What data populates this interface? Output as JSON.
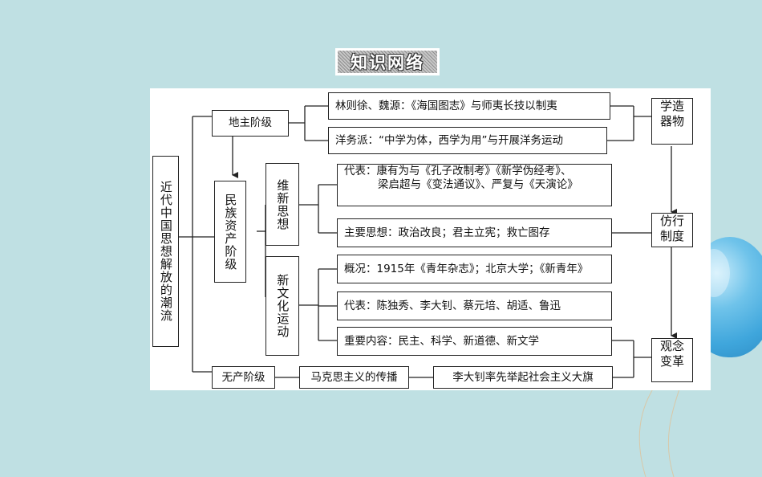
{
  "title": "知识网络",
  "root": "近代中国思想解放的潮流",
  "classes": {
    "landlord": "地主阶级",
    "bourgeois": "民族资产阶级",
    "proletariat": "无产阶级"
  },
  "movements": {
    "reform": "维新思想",
    "new_culture": "新文化运动"
  },
  "items": {
    "lin_wei": "林则徐、魏源：《海国图志》与师夷长技以制夷",
    "westernization": "洋务派：“中学为体，西学为用”与开展洋务运动",
    "reform_rep_1": "代表：康有为与《孔子改制考》《新学伪经考》、",
    "reform_rep_2": "梁启超与《变法通议》、严复与《天演论》",
    "reform_main": "主要思想：政治改良；君主立宪；救亡图存",
    "nc_overview": "概况：1915年《青年杂志》；北京大学；《新青年》",
    "nc_reps": "代表：陈独秀、李大钊、蔡元培、胡适、鲁迅",
    "nc_content": "重要内容：民主、科学、新道德、新文学",
    "marxism": "马克思主义的传播",
    "li_dazhao": "李大钊率先举起社会主义大旗"
  },
  "stages": {
    "learn_1": "学造",
    "learn_2": "器物",
    "imitate_1": "仿行",
    "imitate_2": "制度",
    "concept_1": "观念",
    "concept_2": "变革"
  }
}
